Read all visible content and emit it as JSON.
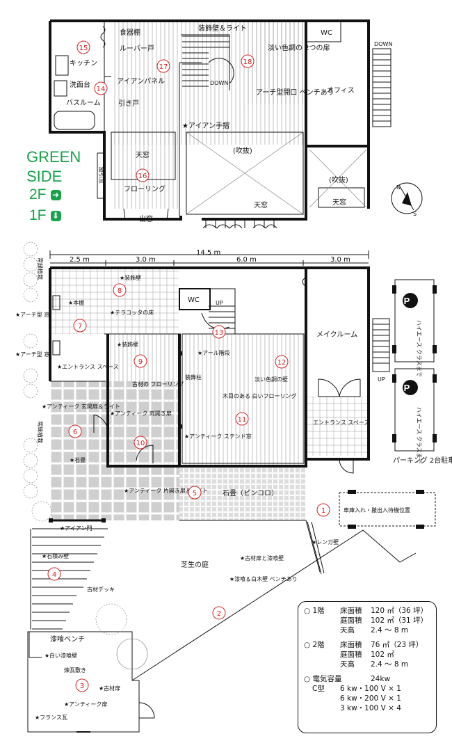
{
  "side_title": {
    "line1": "GREEN",
    "line2": "SIDE"
  },
  "floor_2f": "2F",
  "floor_1f": "1F",
  "second_floor": {
    "kitchen": "キッチン",
    "dish_shelf": "食器棚",
    "louver": "ルーバー戸",
    "iron_panel": "アイアンパネル",
    "wash_basin": "洗面台",
    "bathroom": "バスルーム",
    "sliding_door": "引き戸",
    "skylight": "天窓",
    "flooring": "フローリング",
    "bay_window": "出窓",
    "vertical_window": "縦引窓",
    "decor_wall_light": "装飾壁＆ライト",
    "pale_doors": "淡い色調の\n2つの扉",
    "wc": "WC",
    "office": "オフィス",
    "down": "DOWN",
    "arch_opening": "アーチ型開口\nベンチあり",
    "iron_rail": "★アイアン手摺",
    "void": "(吹抜)",
    "void2": "(吹抜)",
    "skylight2": "天窓",
    "skylight3": "天窓"
  },
  "dimensions": {
    "total": "14.5 m",
    "d1": "2.5 m",
    "d2": "3.0 m",
    "d3": "6.0 m",
    "d4": "3.0 m"
  },
  "first_floor": {
    "evergreen": "常緑植栽",
    "decor_wall": "★装飾壁",
    "bookshelf": "★本棚",
    "terracotta": "★テラコッタの床",
    "arch_window": "★アーチ型\n窓",
    "arch_window2": "★アーチ型\n窓",
    "wc": "WC",
    "up": "UP",
    "arl_stairs": "★アール階段",
    "entrance_space": "★エントランス\nスペース",
    "decor_wall2": "★装飾壁",
    "old_flooring": "古材の\nフローリング",
    "decor_pillar": "装飾柱",
    "pale_wall": "淡い色調の壁",
    "white_floor": "木目のある\n白いフローリング",
    "make_room": "メイクルーム",
    "up2": "UP",
    "antique_entrance": "★アンティーク\n玄関扉＆ライト",
    "antique_double": "★アンティーク\n両開き扉",
    "antique_stained": "★アンティーク\nステンド窓",
    "entrance_space2": "エントランス\nスペース",
    "stone": "★石畳",
    "antique_single": "★アンティーク\n片開き扉＆ライト",
    "pinkoro": "石畳（ピンコロ）",
    "iron_gate": "★アイアン門",
    "stone_wall": "★石積み壁",
    "brick_wall": "★レンガ壁",
    "old_door_plaster": "★古材扉と漆喰壁",
    "lawn": "芝生の庭",
    "old_deck": "古材デッキ",
    "plaster_wall_bench": "★漆喰＆白木壁\nベンチあり",
    "plaster_bench": "漆喰ベンチ",
    "white_plaster": "★白い漆喰壁",
    "brick_paving": "煉瓦敷き",
    "old_door": "★古材扉",
    "antique_door": "★アンティーク扉",
    "french_tile": "★フランス瓦",
    "garage_position": "車庫入れ・搬出入待機位置",
    "parking": "パーキング\n2台駐車可",
    "hiace": "ハイエース\nクラスまで",
    "hiace2": "ハイエース\nクラスまで",
    "p": "P",
    "p2": "P"
  },
  "markers": {
    "m1": "1",
    "m2": "2",
    "m3": "3",
    "m4": "4",
    "m5": "5",
    "m6": "6",
    "m7": "7",
    "m8": "8",
    "m9": "9",
    "m10": "10",
    "m11": "11",
    "m12": "12",
    "m13": "13",
    "m14": "14",
    "m15": "15",
    "m16": "16",
    "m17": "17",
    "m18": "18"
  },
  "compass": {
    "n": "N",
    "s": "S"
  },
  "info": {
    "f1_label": "○ 1階",
    "f1_floor": "床面積",
    "f1_floor_val": "120 ㎡（36 坪）",
    "f1_garden": "庭面積",
    "f1_garden_val": "102 ㎡（31 坪）",
    "f1_ceiling": "天高",
    "f1_ceiling_val": "2.4 〜 8 m",
    "f2_label": "○ 2階",
    "f2_floor": "床面積",
    "f2_floor_val": "76 ㎡（23 坪）",
    "f2_garden": "庭面積",
    "f2_garden_val": "102 ㎡",
    "f2_ceiling": "天高",
    "f2_ceiling_val": "2.4 〜 8 m",
    "elec_label": "○ 電気容量",
    "elec_val": "24kw",
    "ctype": "C型",
    "c1": "6 kw・100 V × 1",
    "c2": "6 kw・200 V × 1",
    "c3": "3 kw・100 V × 4"
  },
  "colors": {
    "green": "#16a34a",
    "red": "#d42020"
  }
}
